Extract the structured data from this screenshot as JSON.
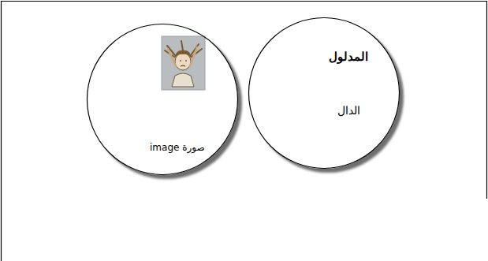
{
  "diagram": {
    "nodes": [
      {
        "text": [
          "المدلول",
          "الدال"
        ]
      },
      {
        "text": [
          "صورة image"
        ]
      }
    ]
  }
}
